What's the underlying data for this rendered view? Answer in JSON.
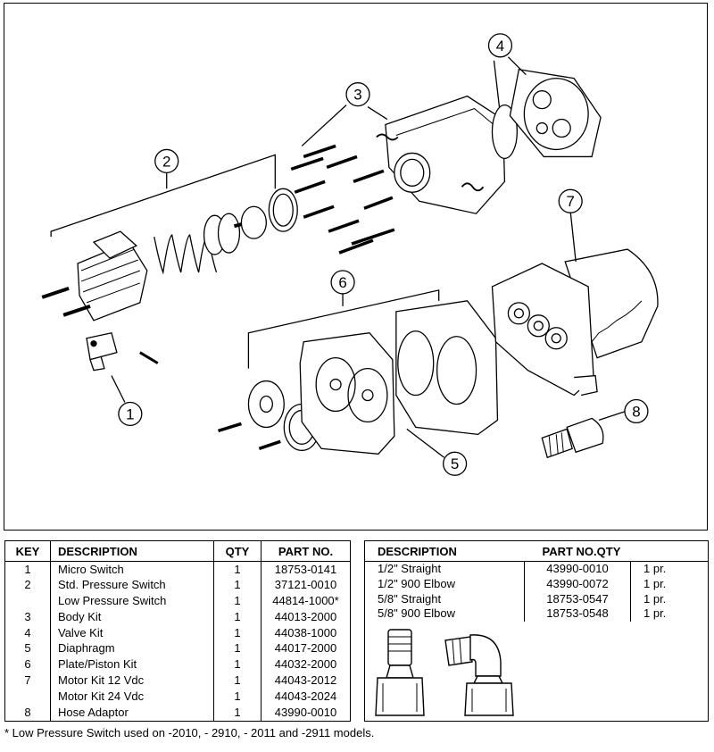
{
  "diagram": {
    "callouts": [
      {
        "num": "1"
      },
      {
        "num": "2"
      },
      {
        "num": "3"
      },
      {
        "num": "4"
      },
      {
        "num": "5"
      },
      {
        "num": "6"
      },
      {
        "num": "7"
      },
      {
        "num": "8"
      }
    ]
  },
  "parts_table": {
    "headers": {
      "key": "KEY",
      "description": "DESCRIPTION",
      "qty": "QTY",
      "part_no": "PART NO."
    },
    "rows": [
      {
        "key": "1",
        "description": "Micro Switch",
        "qty": "1",
        "part_no": "18753-0141"
      },
      {
        "key": "2",
        "description": "Std. Pressure Switch",
        "qty": "1",
        "part_no": "37121-0010"
      },
      {
        "key": "",
        "description": "Low Pressure Switch",
        "qty": "1",
        "part_no": "44814-1000*"
      },
      {
        "key": "3",
        "description": "Body Kit",
        "qty": "1",
        "part_no": "44013-2000"
      },
      {
        "key": "4",
        "description": "Valve Kit",
        "qty": "1",
        "part_no": "44038-1000"
      },
      {
        "key": "5",
        "description": "Diaphragm",
        "qty": "1",
        "part_no": "44017-2000"
      },
      {
        "key": "6",
        "description": "Plate/Piston Kit",
        "qty": "1",
        "part_no": "44032-2000"
      },
      {
        "key": "7",
        "description": "Motor Kit 12 Vdc",
        "qty": "1",
        "part_no": "44043-2012"
      },
      {
        "key": "",
        "description": "Motor Kit 24 Vdc",
        "qty": "1",
        "part_no": "44043-2024"
      },
      {
        "key": "8",
        "description": "Hose Adaptor",
        "qty": "1",
        "part_no": "43990-0010"
      }
    ]
  },
  "adaptor_table": {
    "headers": {
      "description": "DESCRIPTION",
      "part_no_qty": "PART NO.QTY"
    },
    "rows": [
      {
        "description": "1/2\" Straight",
        "part_no": "43990-0010",
        "qty": "1 pr."
      },
      {
        "description": "1/2\" 900 Elbow",
        "part_no": "43990-0072",
        "qty": "1 pr."
      },
      {
        "description": "5/8\" Straight",
        "part_no": "18753-0547",
        "qty": "1 pr."
      },
      {
        "description": "5/8\" 900 Elbow",
        "part_no": "18753-0548",
        "qty": "1 pr."
      }
    ]
  },
  "footnote": "* Low Pressure Switch used on -2010, - 2910, - 2011 and -2911 models."
}
